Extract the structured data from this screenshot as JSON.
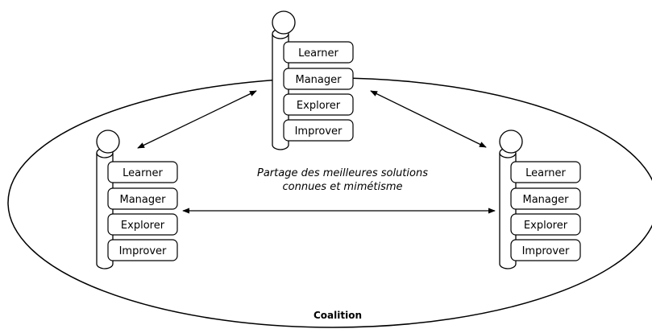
{
  "coalition": {
    "label": "Coalition"
  },
  "center_note": {
    "line1": "Partage des meilleures solutions",
    "line2": "connues et mimétisme"
  },
  "agents": [
    {
      "id": "top",
      "roles": [
        "Learner",
        "Manager",
        "Explorer",
        "Improver"
      ]
    },
    {
      "id": "left",
      "roles": [
        "Learner",
        "Manager",
        "Explorer",
        "Improver"
      ]
    },
    {
      "id": "right",
      "roles": [
        "Learner",
        "Manager",
        "Explorer",
        "Improver"
      ]
    }
  ],
  "colors": {
    "stroke": "#000000",
    "fill": "#ffffff"
  }
}
